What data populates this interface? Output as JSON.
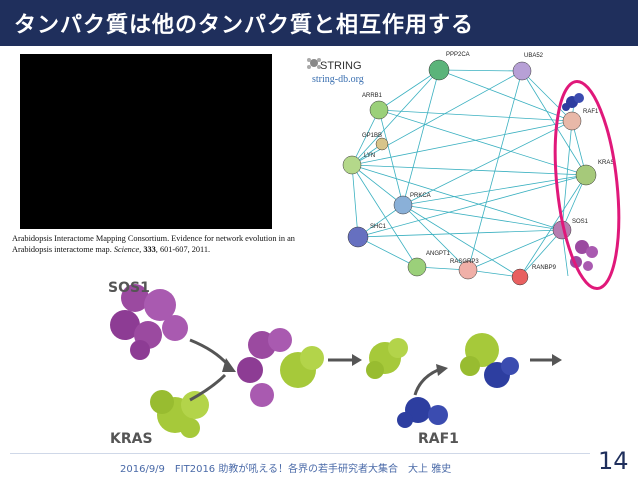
{
  "slide": {
    "title": "タンパク質は他のタンパク質と相互作用する",
    "page_number": "14",
    "footer": "2016/9/9　FIT2016 助教が吼える！各界の若手研究者大集合　大上 雅史"
  },
  "citation": {
    "text_before": "Arabidopsis Interactome Mapping Consortium. Evidence for network evolution in an Arabidopsis interactome map. ",
    "journal": "Science",
    "text_after": ", ",
    "volume": "333",
    "pages": ", 601-607, 2011."
  },
  "network": {
    "logo_text": "STRING",
    "url": "string-db.org",
    "nodes": [
      "PPP2CA",
      "UBA52",
      "ARRB1",
      "RAF1",
      "GP1BB",
      "LYN",
      "KRAS",
      "PRKCA",
      "SHC1",
      "SOS1",
      "ANGPT1",
      "RASGRP3",
      "RANBP9"
    ]
  },
  "pathway": {
    "labels": [
      "SOS1",
      "KRAS",
      "RAF1"
    ]
  },
  "colors": {
    "title_bg": "#1f2f5c",
    "highlight": "#e0187a",
    "sos1": "#9b4aa0",
    "kras": "#a6c93a",
    "raf1": "#2d3ea0"
  }
}
